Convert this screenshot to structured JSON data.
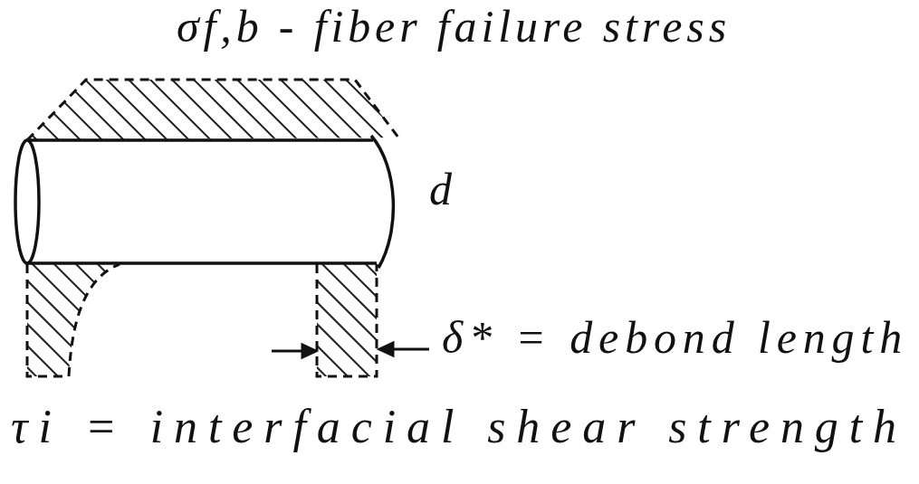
{
  "diagram": {
    "labels": [
      "σf,b - fiber failure stress",
      "d",
      "δ* = debond length",
      "τi = interfacial shear strength"
    ]
  }
}
